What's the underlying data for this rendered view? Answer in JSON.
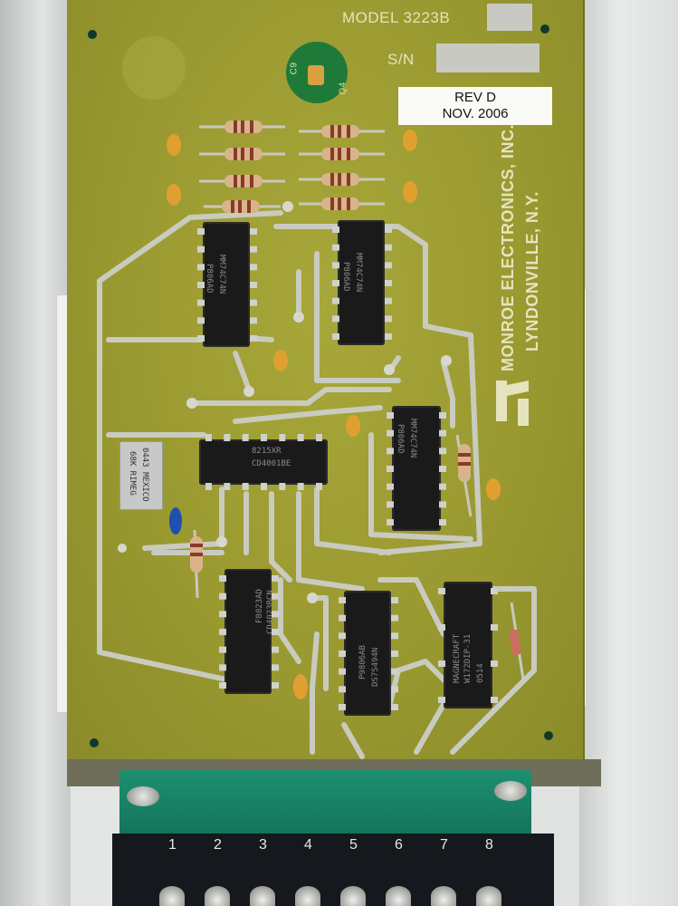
{
  "board": {
    "model_label": "MODEL 3223B",
    "sn_label": "S/N",
    "rev_line1": "REV D",
    "rev_line2": "NOV. 2006",
    "company_line1": "MONROE ELECTRONICS, INC.",
    "company_line2": "LYNDONVILLE, N.Y.",
    "cap_label": "C9",
    "q_label": "Q4"
  },
  "chips": [
    {
      "line1": "P806AD",
      "line2": "MM74C74N"
    },
    {
      "line1": "P806AD",
      "line2": "MM74C74N"
    },
    {
      "line1": "P806AD",
      "line2": "MM74C74N"
    },
    {
      "line1": "8215XR",
      "line2": "CD4001BE"
    },
    {
      "line1": "F8023AD",
      "line2": "CD4023BCN"
    },
    {
      "line1": "P9806AB",
      "line2": "DS7S494N"
    },
    {
      "line1": "MAGNECRAFT",
      "line2": "W172DIP-31",
      "line3": "0514"
    }
  ],
  "pot": {
    "line1": "68K RIMEG",
    "line2": "0443 MEXICO"
  },
  "terminals": [
    "1",
    "2",
    "3",
    "4",
    "5",
    "6",
    "7",
    "8"
  ],
  "colors": {
    "pcb": "#9a9a2e",
    "connector": "#1c8a6a",
    "terminal_block": "#15181c"
  }
}
